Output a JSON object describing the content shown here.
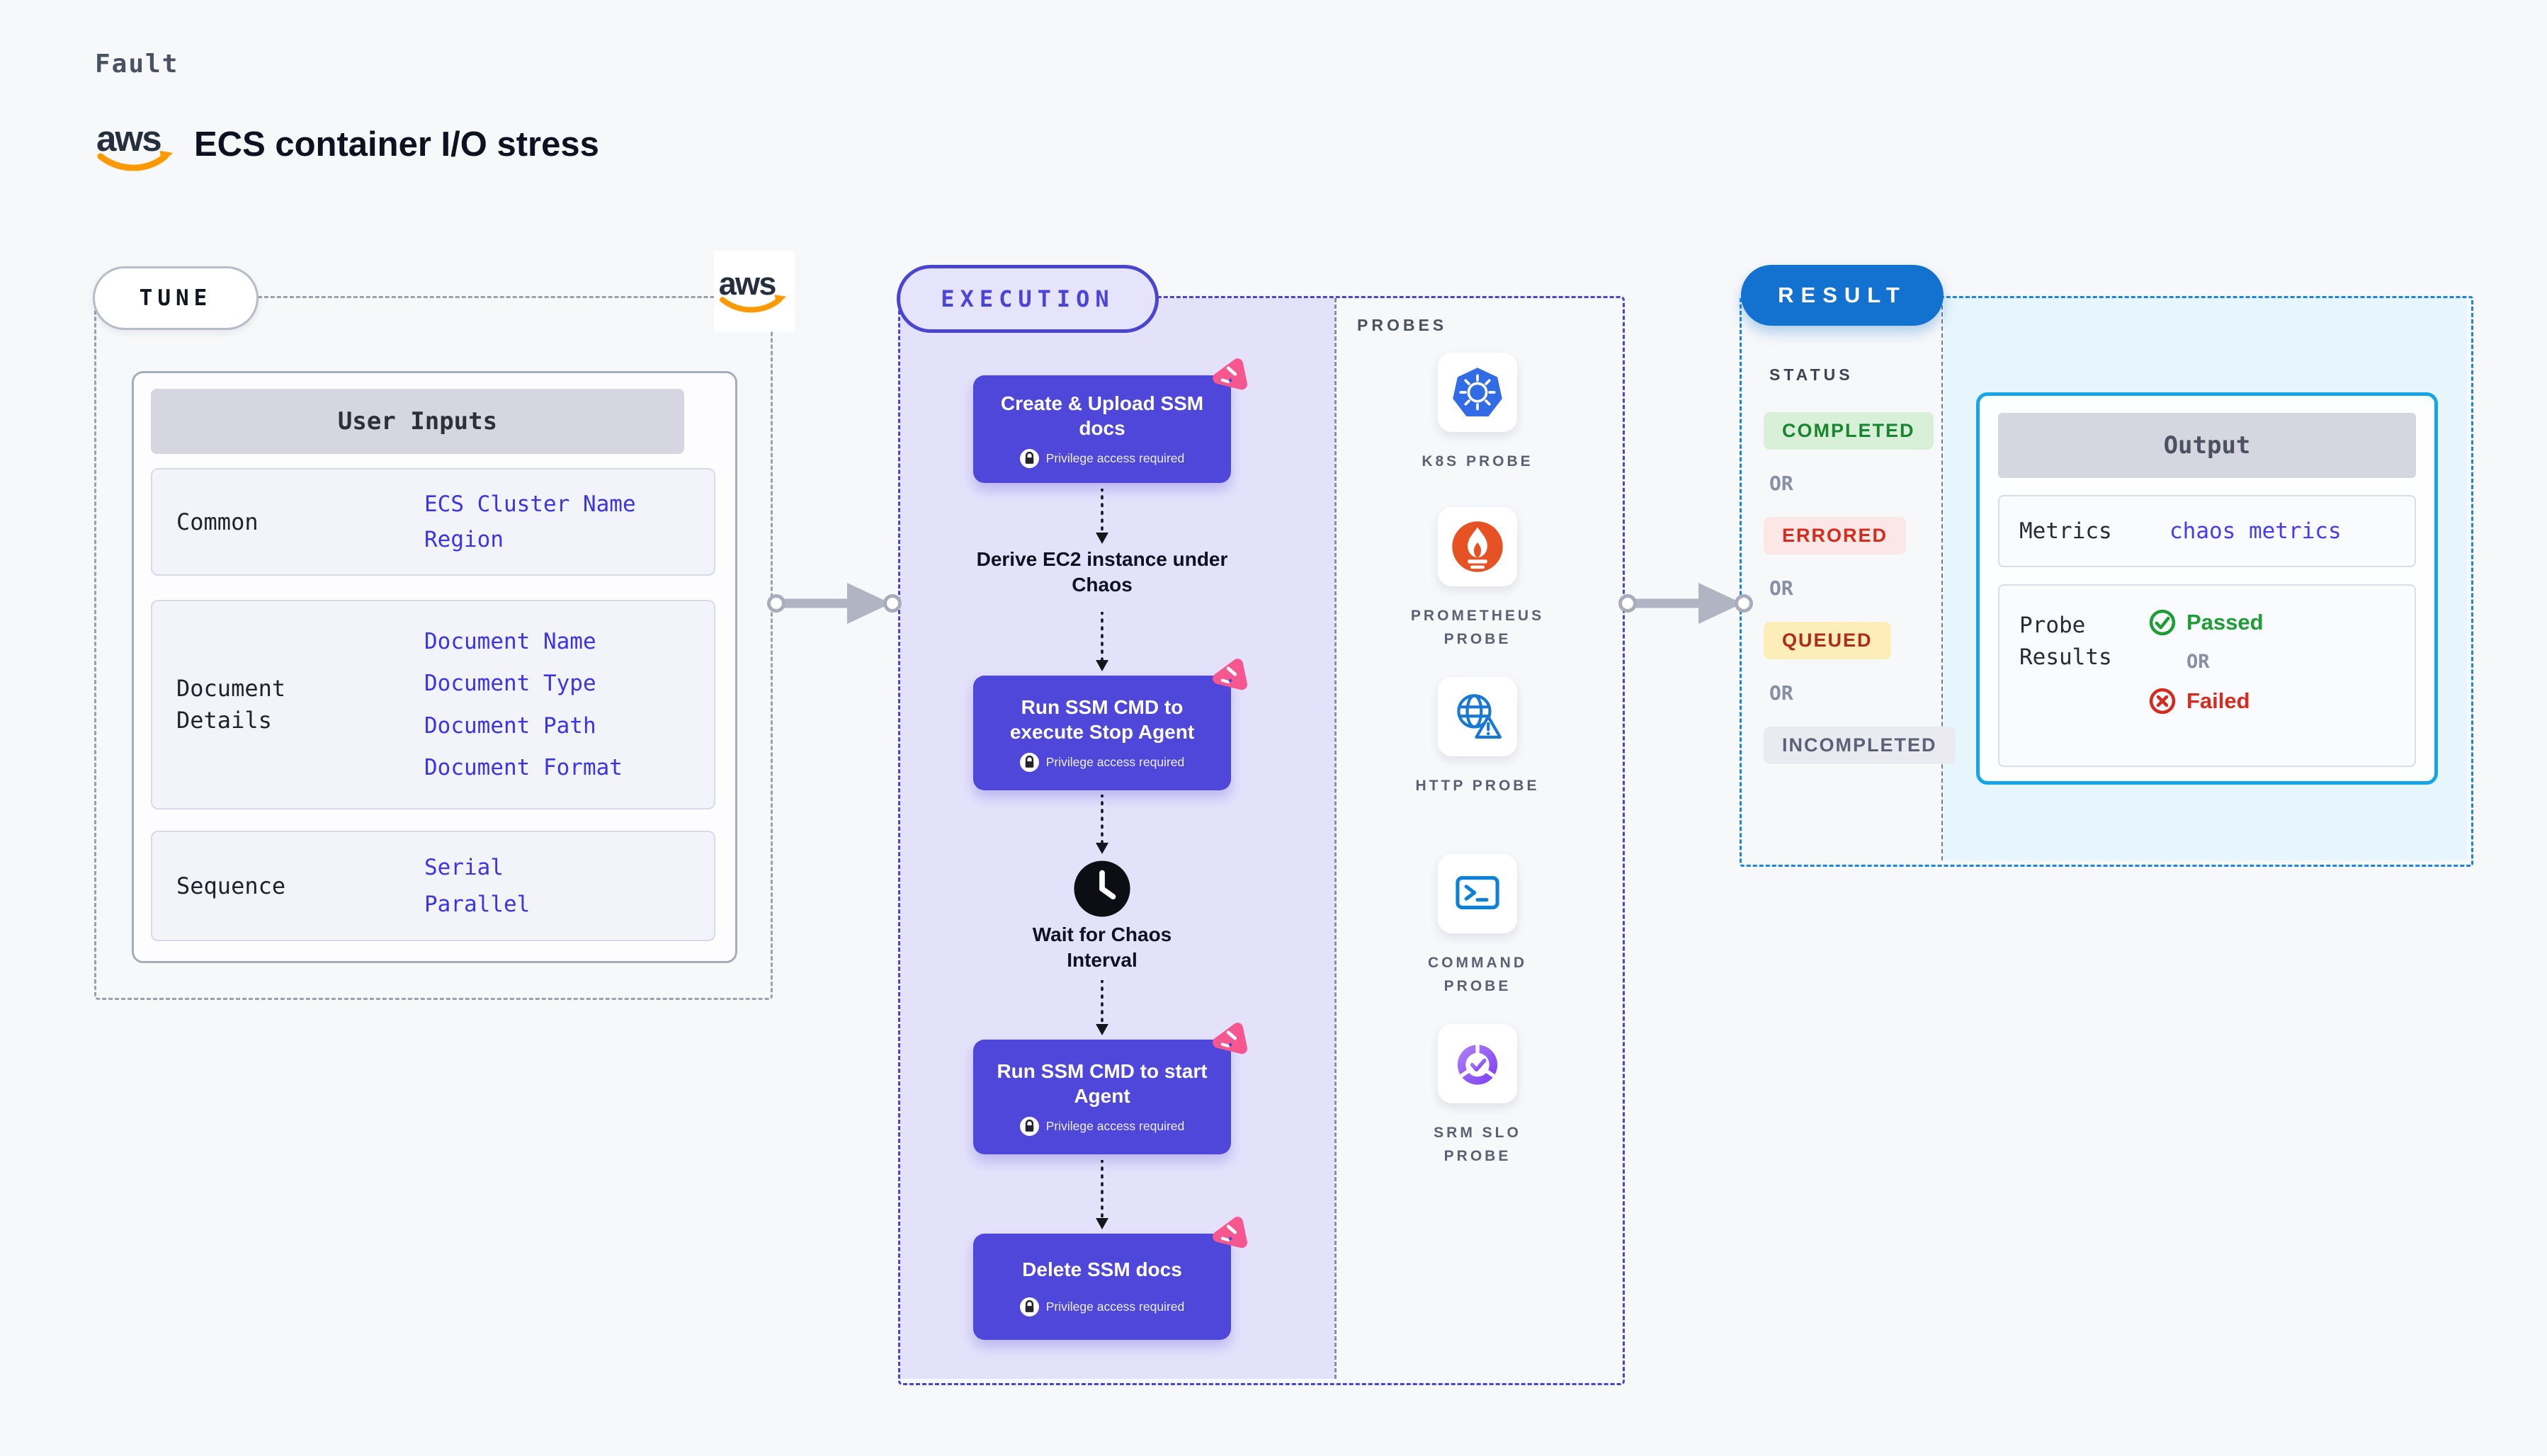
{
  "brand": {
    "aws_text": "aws"
  },
  "header": {
    "eyebrow": "Fault",
    "title": "ECS container I/O stress"
  },
  "tune": {
    "label": "TUNE",
    "table": {
      "header": "User Inputs",
      "rows": [
        {
          "label": "Common",
          "values": [
            "ECS Cluster Name",
            "Region"
          ]
        },
        {
          "label": "Document Details",
          "values": [
            "Document Name",
            "Document Type",
            "Document Path",
            "Document Format"
          ]
        },
        {
          "label": "Sequence",
          "values": [
            "Serial",
            "Parallel"
          ]
        }
      ]
    }
  },
  "execution": {
    "label": "EXECUTION",
    "privilege_label": "Privilege access required",
    "steps": [
      {
        "title": "Create & Upload SSM docs",
        "kind": "box"
      },
      {
        "title": "Derive EC2 instance under Chaos",
        "kind": "text"
      },
      {
        "title": "Run SSM CMD to execute Stop Agent",
        "kind": "box"
      },
      {
        "title": "Wait for Chaos Interval",
        "kind": "wait"
      },
      {
        "title": "Run SSM CMD to start Agent",
        "kind": "box"
      },
      {
        "title": "Delete SSM docs",
        "kind": "box"
      }
    ],
    "probes": {
      "heading": "PROBES",
      "items": [
        {
          "label": "K8S PROBE",
          "icon": "kubernetes-icon"
        },
        {
          "label": "PROMETHEUS PROBE",
          "icon": "prometheus-icon"
        },
        {
          "label": "HTTP PROBE",
          "icon": "globe-warning-icon"
        },
        {
          "label": "COMMAND PROBE",
          "icon": "terminal-icon"
        },
        {
          "label": "SRM SLO PROBE",
          "icon": "slo-donut-check-icon"
        }
      ]
    }
  },
  "result": {
    "label": "RESULT",
    "status": {
      "heading": "STATUS",
      "or_label": "OR",
      "badges": [
        {
          "text": "COMPLETED",
          "kind": "completed"
        },
        {
          "text": "ERRORED",
          "kind": "errored"
        },
        {
          "text": "QUEUED",
          "kind": "queued"
        },
        {
          "text": "INCOMPLETED",
          "kind": "incompleted"
        }
      ]
    },
    "output": {
      "header": "Output",
      "metrics_label": "Metrics",
      "metrics_value": "chaos metrics",
      "probe_results_label": "Probe Results",
      "passed_label": "Passed",
      "or_label": "OR",
      "failed_label": "Failed"
    }
  },
  "colors": {
    "page_bg": "#f7f8fa",
    "ink": "#0d1120",
    "muted": "#4a5160",
    "value_blue": "#3b34e9",
    "indigo": "#4e47da",
    "indigo_border": "#4a44d3",
    "lavender": "#e4e2fb",
    "pink": "#f6578f",
    "gray_dash": "#9aa1ad",
    "aws_orange": "#FF9900",
    "aws_navy": "#252F3E",
    "result_blue": "#1371cf",
    "result_dash": "#1b84de",
    "cyan_border": "#15a5e8",
    "cyan_bg": "#e7f5fc",
    "green": "#1d9e34",
    "green_bg": "#d8efd8",
    "green_text": "#17862f",
    "red": "#d62b1f",
    "red_bg": "#fbe8e6",
    "yellow_bg": "#fcedb9",
    "queued_text": "#b02a1e",
    "gray_badge_bg": "#eaebf1",
    "gray_badge_text": "#5c6275",
    "or_gray": "#888ea3",
    "connector_gray": "#b1b4c2",
    "table_header_bg": "#d6d6e0",
    "row_bg": "#f3f4f9",
    "row_border": "#d7daea",
    "card_border": "#a7acba",
    "kubernetes_blue": "#326CE5",
    "prometheus_orange": "#E75225",
    "http_blue": "#1878d2",
    "command_blue": "#0a80da",
    "srm_purple_light": "#b083f8",
    "srm_purple_dark": "#7a3ef0"
  }
}
